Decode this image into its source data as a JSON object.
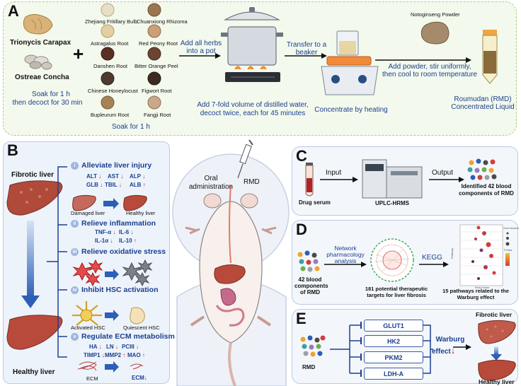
{
  "panel_a": {
    "label": "A",
    "trionycis": "Trionycis Carapax",
    "ostreae": "Ostreae Concha",
    "soak_decoct": [
      "Soak for 1 h",
      "then decoct for 30 min"
    ],
    "herbs": [
      "Zhejiang Fritillary Bulb",
      "Chuanxiong Rhizoma",
      "Astragalus Root",
      "Red Peony Root",
      "Danshen Root",
      "Bitter Orange Peel",
      "Chinese Honeylocust",
      "Figwort Root",
      "Bupleurum Root",
      "Fangji Root"
    ],
    "soak_1h": "Soak for 1 h",
    "add_herbs": [
      "Add all herbs",
      "into a pot"
    ],
    "distill": [
      "Add 7-fold volume of distilled water,",
      "decoct twice, each for 45 minutes"
    ],
    "transfer": [
      "Transfer to a",
      "beaker"
    ],
    "concentrate": "Concentrate by heating",
    "powder": "Notoginseng Powder",
    "add_powder": [
      "Add powder, stir uniformly,",
      "then cool to room temperature"
    ],
    "liquid": [
      "Roumudan (RMD)",
      "Concentrated Liquid"
    ]
  },
  "panel_b": {
    "label": "B",
    "fibrotic": "Fibrotic liver",
    "healthy": "Healthy liver",
    "sections": [
      {
        "num": "i",
        "title": "Alleviate liver injury"
      },
      {
        "num": "ii",
        "title": "Relieve inflammation"
      },
      {
        "num": "iii",
        "title": "Relieve oxidative stress"
      },
      {
        "num": "iv",
        "title": "Inhibit HSC activation"
      },
      {
        "num": "v",
        "title": "Regulate ECM metabolism"
      }
    ],
    "injury_row1": [
      "ALT",
      "AST",
      "ALP"
    ],
    "injury_row2": [
      "GLB",
      "TBIL",
      "ALB"
    ],
    "damaged": "Damaged liver",
    "healthy_small": "Healthy liver",
    "inflam_row1": [
      "TNF-α",
      "IL-6"
    ],
    "inflam_row2": [
      "IL-1α",
      "IL-10"
    ],
    "activated": "Activated HSC",
    "quiescent": "Quiescent HSC",
    "ecm_row1": [
      "HA",
      "LN",
      "PCIII"
    ],
    "ecm_row2": [
      "TIMP1",
      "MMP2",
      "MAO"
    ],
    "ecm": "ECM",
    "ecm_down": "ECM",
    "down_arrow": "↓",
    "up_arrow": "↑"
  },
  "center": {
    "oral": [
      "Oral",
      "administration"
    ],
    "rmd": "RMD"
  },
  "panel_c": {
    "label": "C",
    "input": "Input",
    "output": "Output",
    "serum": "Drug serum",
    "instrument": "UPLC-HRMS",
    "identified": [
      "Identified 42 blood",
      "components of RMD"
    ]
  },
  "panel_d": {
    "label": "D",
    "network": [
      "Network",
      "pharmacology",
      "analysis"
    ],
    "kegg": "KEGG",
    "components": [
      "42 blood",
      "components",
      "of RMD"
    ],
    "targets": [
      "181 potential therapeutic",
      "targets for liver fibrosis"
    ],
    "pathways": [
      "15 pathways related to the",
      "Warburg effect"
    ],
    "plot_ylabel": "Pathway",
    "plot_xlabel": "Rich Factor",
    "plot_legend1": "Gene Number",
    "plot_legend2": "P.Value"
  },
  "panel_e": {
    "label": "E",
    "rmd": "RMD",
    "genes": [
      "GLUT1",
      "HK2",
      "PKM2",
      "LDH-A"
    ],
    "warburg": [
      "Warburg",
      "effect"
    ],
    "fibrotic": "Fibrotic liver",
    "healthy": "Healthy liver",
    "down_arrow": "↓"
  },
  "colors": {
    "accent_blue": "#1b3f8f",
    "red": "#d21e1e",
    "liver": "#b84a3c",
    "panel_green": "#f3f9ec",
    "panel_blue": "#edf3fb"
  }
}
